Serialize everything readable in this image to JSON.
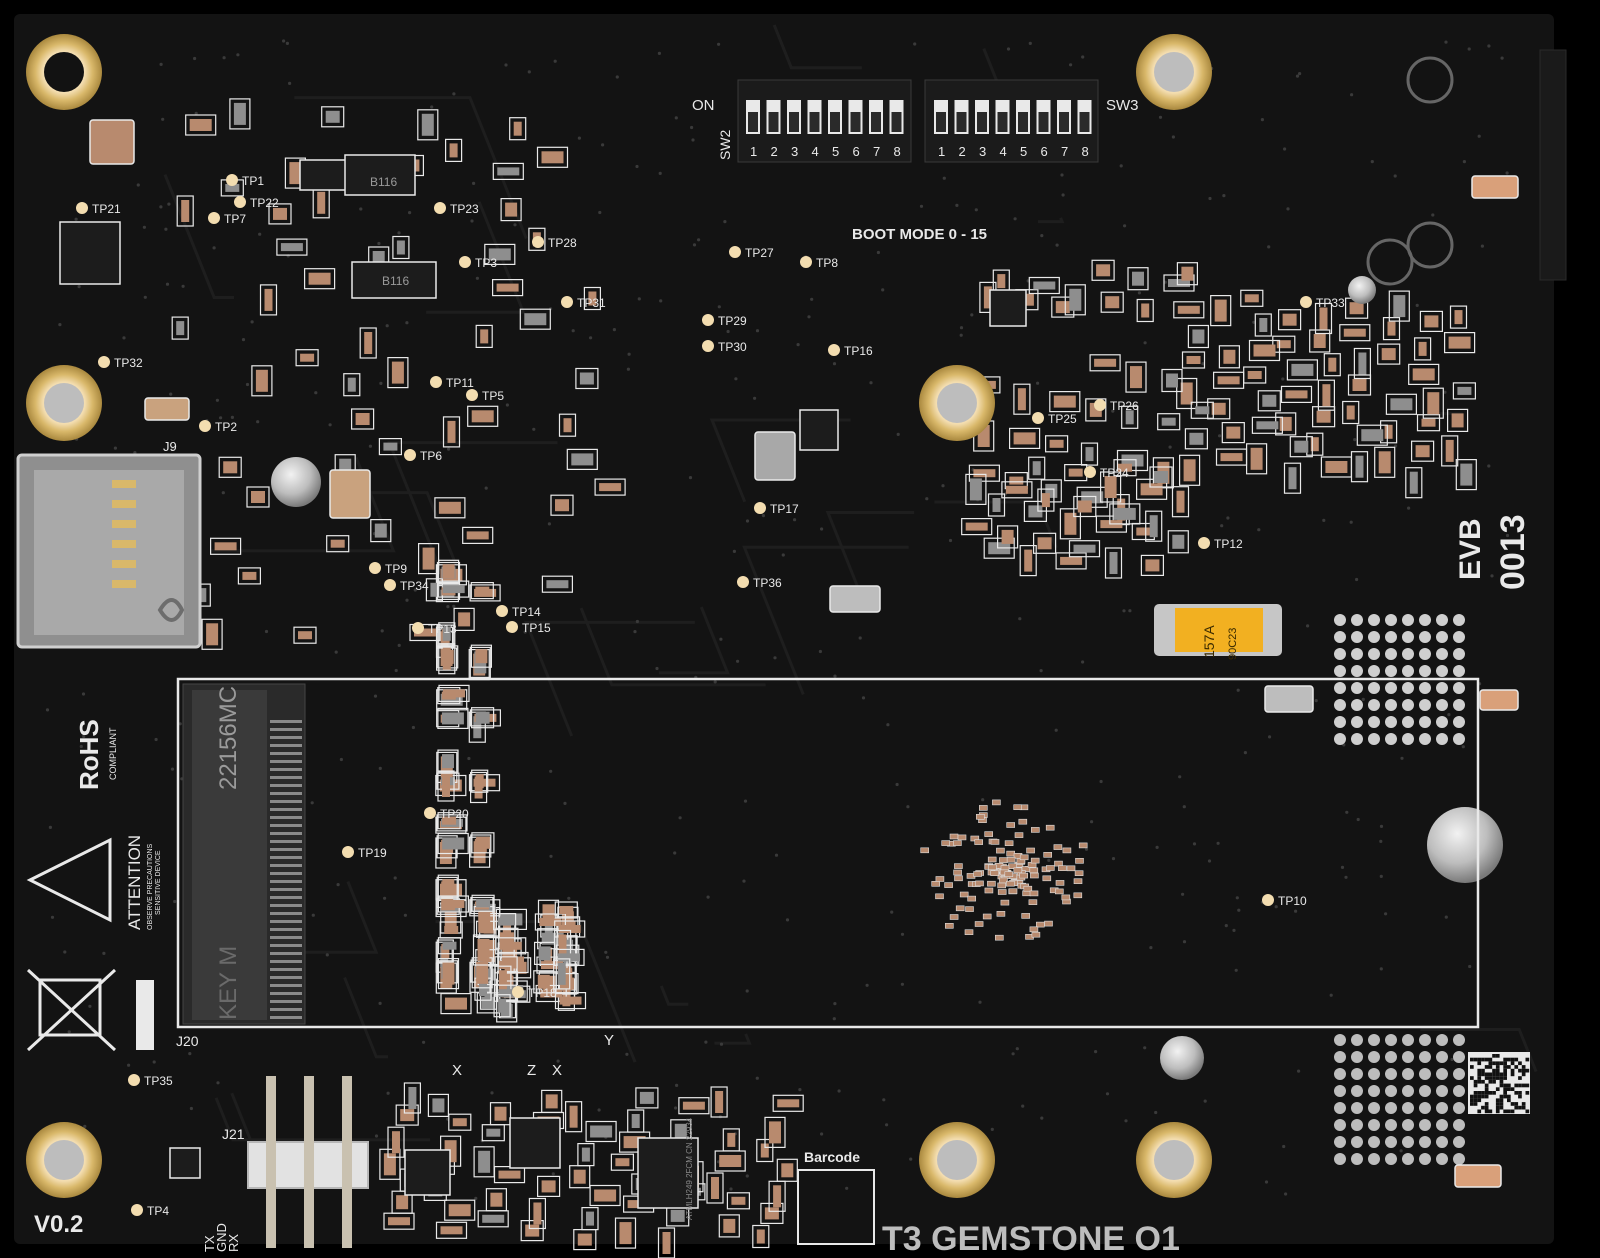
{
  "board": {
    "name": "T3 GEMSTONE O1",
    "version": "V0.2",
    "evb": "EVB",
    "serial": "0013",
    "boot_mode": "BOOT MODE 0 - 15",
    "on_label": "ON",
    "sw2": "SW2",
    "sw3": "SW3",
    "rohs": "RoHS",
    "compliant": "COMPLIANT",
    "attention": "ATTENTION",
    "attention_sub": "OBSERVE PRECAUTIONS",
    "sensitive": "SENSITIVE DEVICE",
    "m2_text": "22156MC",
    "key": "KEY M",
    "j20": "J20",
    "j21": "J21",
    "j9": "J9",
    "barcode": "Barcode",
    "uart": [
      "TX",
      "GND",
      "RX"
    ],
    "axes": {
      "x": "X",
      "y": "Y",
      "z": "Z"
    },
    "tantalum": "157A",
    "tantalum_code": "90C23",
    "chip1": "B116",
    "chip2": "B116",
    "eeprom": "ATMLH249 2FCM CN 22934",
    "dip_numbers": [
      "1",
      "2",
      "3",
      "4",
      "5",
      "6",
      "7",
      "8"
    ],
    "test_points": [
      {
        "label": "TP1"
      },
      {
        "label": "TP2"
      },
      {
        "label": "TP3"
      },
      {
        "label": "TP4"
      },
      {
        "label": "TP5"
      },
      {
        "label": "TP6"
      },
      {
        "label": "TP7"
      },
      {
        "label": "TP8"
      },
      {
        "label": "TP9"
      },
      {
        "label": "TP10"
      },
      {
        "label": "TP11"
      },
      {
        "label": "TP12"
      },
      {
        "label": "TP13"
      },
      {
        "label": "TP14"
      },
      {
        "label": "TP15"
      },
      {
        "label": "TP16"
      },
      {
        "label": "TP17"
      },
      {
        "label": "TP18"
      },
      {
        "label": "TP19"
      },
      {
        "label": "TP20"
      },
      {
        "label": "TP21"
      },
      {
        "label": "TP22"
      },
      {
        "label": "TP23"
      },
      {
        "label": "TP24"
      },
      {
        "label": "TP25"
      },
      {
        "label": "TP26"
      },
      {
        "label": "TP27"
      },
      {
        "label": "TP28"
      },
      {
        "label": "TP29"
      },
      {
        "label": "TP30"
      },
      {
        "label": "TP31"
      },
      {
        "label": "TP32"
      },
      {
        "label": "TP33"
      },
      {
        "label": "TP34"
      },
      {
        "label": "TP35"
      },
      {
        "label": "TP36"
      }
    ],
    "colors": {
      "pcb": "#121212",
      "silk": "#e9e9e9",
      "gold": "#d9b86a",
      "smd": "#b88a6e"
    }
  }
}
